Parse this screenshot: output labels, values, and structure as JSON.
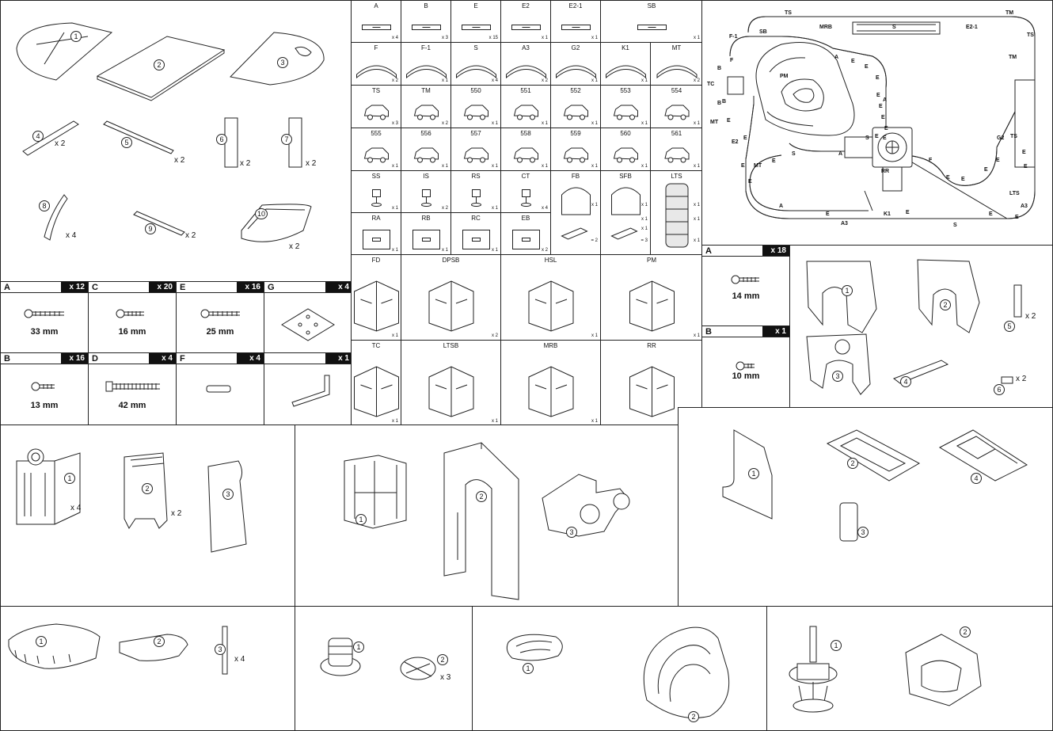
{
  "board_panel": {
    "parts": [
      {
        "n": "1"
      },
      {
        "n": "2"
      },
      {
        "n": "3"
      },
      {
        "n": "4",
        "qty": "x 2"
      },
      {
        "n": "5",
        "qty": "x 2"
      },
      {
        "n": "6",
        "qty": "x 2"
      },
      {
        "n": "7",
        "qty": "x 2"
      },
      {
        "n": "8",
        "qty": "x 4"
      },
      {
        "n": "9",
        "qty": "x 2"
      },
      {
        "n": "10",
        "qty": "x 2"
      }
    ]
  },
  "hardware": [
    {
      "letter": "A",
      "count": "x 12",
      "size": "33 mm"
    },
    {
      "letter": "C",
      "count": "x 20",
      "size": "16 mm"
    },
    {
      "letter": "E",
      "count": "x 16",
      "size": "25 mm"
    },
    {
      "letter": "G",
      "count": "x 4",
      "size": ""
    },
    {
      "letter": "B",
      "count": "x 16",
      "size": "13 mm"
    },
    {
      "letter": "D",
      "count": "x 4",
      "size": "42 mm"
    },
    {
      "letter": "F",
      "count": "x 4",
      "size": ""
    },
    {
      "letter": "",
      "count": "x 1",
      "size": ""
    }
  ],
  "catalog": {
    "row1": [
      {
        "code": "A",
        "qty": "x 4"
      },
      {
        "code": "B",
        "qty": "x 3"
      },
      {
        "code": "E",
        "qty": "x 15"
      },
      {
        "code": "E2",
        "qty": "x 1"
      },
      {
        "code": "E2-1",
        "qty": "x 1"
      },
      {
        "code": "SB",
        "qty": "x 1"
      }
    ],
    "row2": [
      {
        "code": "F",
        "qty": "x 2"
      },
      {
        "code": "F-1",
        "qty": "x 1"
      },
      {
        "code": "S",
        "qty": "x 4"
      },
      {
        "code": "A3",
        "qty": "x 2"
      },
      {
        "code": "G2",
        "qty": "x 1"
      },
      {
        "code": "K1",
        "qty": "x 1"
      },
      {
        "code": "MT",
        "qty": "x 2"
      }
    ],
    "row3": [
      {
        "code": "TS",
        "qty": "x 3"
      },
      {
        "code": "TM",
        "qty": "x 2"
      },
      {
        "code": "550",
        "qty": "x 1"
      },
      {
        "code": "551",
        "qty": "x 1"
      },
      {
        "code": "552",
        "qty": "x 1"
      },
      {
        "code": "553",
        "qty": "x 1"
      },
      {
        "code": "554",
        "qty": "x 1"
      }
    ],
    "row4": [
      {
        "code": "555",
        "qty": "x 1"
      },
      {
        "code": "556",
        "qty": "x 1"
      },
      {
        "code": "557",
        "qty": "x 1"
      },
      {
        "code": "558",
        "qty": "x 1"
      },
      {
        "code": "559",
        "qty": "x 1"
      },
      {
        "code": "560",
        "qty": "x 1"
      },
      {
        "code": "561",
        "qty": "x 1"
      }
    ],
    "row5": [
      {
        "code": "SS",
        "qty": "x 1"
      },
      {
        "code": "IS",
        "qty": "x 2"
      },
      {
        "code": "RS",
        "qty": "x 1"
      },
      {
        "code": "CT",
        "qty": "x 4"
      },
      {
        "code": "FB",
        "qty": "x 1"
      },
      {
        "code": "SFB",
        "qty": "x 1"
      },
      {
        "code": "LTS",
        "qty": "x 1"
      }
    ],
    "row6": [
      {
        "code": "RA",
        "qty": "x 1"
      },
      {
        "code": "RB",
        "qty": "x 1"
      },
      {
        "code": "RC",
        "qty": "x 1"
      },
      {
        "code": "EB",
        "qty": "x 2"
      }
    ],
    "fb_extra": "= 2",
    "sfb_extra": [
      "x 1",
      "x 1",
      "= 3"
    ],
    "lts_extra": [
      "x 1",
      "x 1"
    ],
    "row7": [
      {
        "code": "FD",
        "qty": "x 1"
      },
      {
        "code": "DPSB",
        "qty": "x 2"
      },
      {
        "code": "HSL",
        "qty": "x 1"
      },
      {
        "code": "PM",
        "qty": "x 1"
      }
    ],
    "row8": [
      {
        "code": "TC",
        "qty": "x 1"
      },
      {
        "code": "LTSB",
        "qty": "x 1"
      },
      {
        "code": "MRB",
        "qty": "x 1"
      },
      {
        "code": "RR",
        "qty": "x 1"
      }
    ]
  },
  "layout_map": {
    "labels": [
      "TS",
      "TM",
      "F-1",
      "SB",
      "MRB",
      "S",
      "E2-1",
      "TS",
      "TM",
      "F",
      "B",
      "B",
      "A",
      "E",
      "E",
      "TC",
      "PM",
      "E",
      "E",
      "A",
      "E",
      "S",
      "E",
      "B",
      "MT",
      "E",
      "E",
      "E",
      "E",
      "E",
      "TS",
      "E2",
      "MT",
      "E",
      "S",
      "A",
      "RR",
      "G2",
      "F",
      "E",
      "E",
      "E",
      "E",
      "E",
      "E",
      "LTS",
      "A3",
      "E",
      "A",
      "E",
      "E",
      "K1",
      "E",
      "A3",
      "E",
      "S",
      "E"
    ]
  },
  "mountain_kit": {
    "a_letter": "A",
    "a_count": "x 18",
    "a_size": "14 mm",
    "b_letter": "B",
    "b_count": "x 1",
    "b_size": "10 mm",
    "parts": [
      {
        "n": "1"
      },
      {
        "n": "2"
      },
      {
        "n": "3"
      },
      {
        "n": "4"
      },
      {
        "n": "5",
        "qty": "x 2"
      },
      {
        "n": "6",
        "qty": "x 2"
      }
    ]
  },
  "tc_kit": {
    "parts": [
      {
        "n": "1",
        "qty": "x 4"
      },
      {
        "n": "2",
        "qty": "x 2"
      },
      {
        "n": "3"
      }
    ]
  },
  "tm_kit": {
    "parts": [
      {
        "n": "1"
      },
      {
        "n": "2"
      },
      {
        "n": "3"
      }
    ]
  },
  "station_kit": {
    "parts": [
      {
        "n": "1"
      },
      {
        "n": "2"
      },
      {
        "n": "3"
      },
      {
        "n": "4"
      }
    ]
  },
  "turntable_kit": {
    "parts": [
      {
        "n": "1"
      },
      {
        "n": "2"
      },
      {
        "n": "3",
        "qty": "x 4"
      }
    ]
  },
  "tire_kit": {
    "parts": [
      {
        "n": "1"
      },
      {
        "n": "2",
        "qty": "x 3"
      }
    ]
  },
  "rock_kit": {
    "parts": [
      {
        "n": "1"
      },
      {
        "n": "2"
      }
    ]
  },
  "rr_kit": {
    "parts": [
      {
        "n": "1"
      },
      {
        "n": "2"
      }
    ]
  }
}
